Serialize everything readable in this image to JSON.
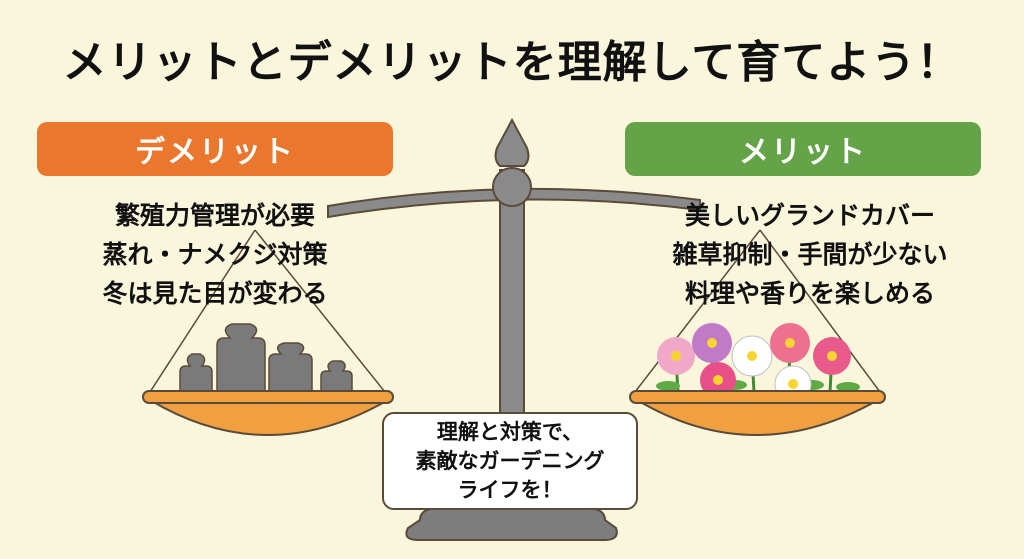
{
  "title": "メリットとデメリットを理解して育てよう！",
  "demerit": {
    "label": "デメリット",
    "color": "#e9782e",
    "items": [
      "繁殖力管理が必要",
      "蒸れ・ナメクジ対策",
      "冬は見た目が変わる"
    ],
    "pan_contents": "weights"
  },
  "merit": {
    "label": "メリット",
    "color": "#64a347",
    "items": [
      "美しいグランドカバー",
      "雑草抑制・手間が少ない",
      "料理や香りを楽しめる"
    ],
    "pan_contents": "flowers"
  },
  "note": {
    "lines": [
      "理解と対策で、",
      "素敵なガーデニング",
      "ライフを！"
    ]
  },
  "colors": {
    "background": "#faf6dc",
    "scale_gray": "#8a8a8a",
    "pan_orange": "#f0a040",
    "outline": "#5a4a3a"
  }
}
